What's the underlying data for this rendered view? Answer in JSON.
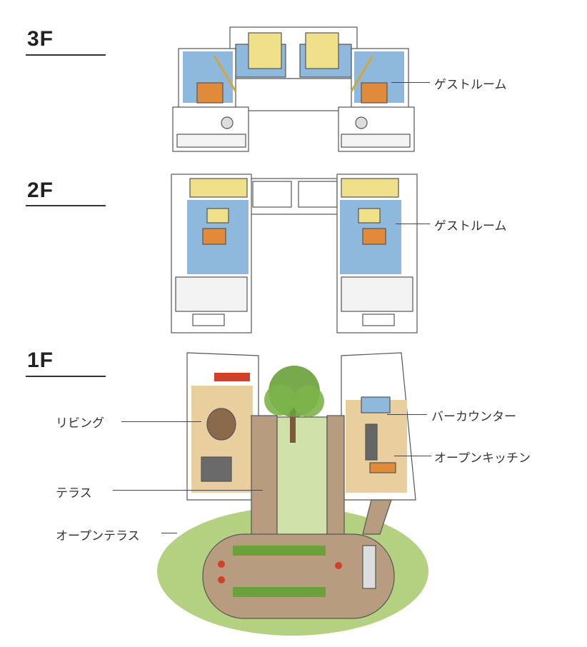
{
  "floors": [
    {
      "id": "3F",
      "title": "3F",
      "labels": [
        "ゲストルーム"
      ]
    },
    {
      "id": "2F",
      "title": "2F",
      "labels": [
        "ゲストルーム"
      ]
    },
    {
      "id": "1F",
      "title": "1F",
      "labels": [
        "リビング",
        "テラス",
        "オープンテラス",
        "バーカウンター",
        "オープンキッチン"
      ]
    }
  ],
  "colors": {
    "wall": "#ffffff",
    "outline": "#555555",
    "floor_blue": "#8fb8dd",
    "bed_yellow": "#f0e08a",
    "furniture_orange": "#e08a3a",
    "wood_deck": "#b79c80",
    "lawn_green": "#a6c96a",
    "tree_green": "#6aa03a",
    "planter_red": "#d2402a"
  }
}
